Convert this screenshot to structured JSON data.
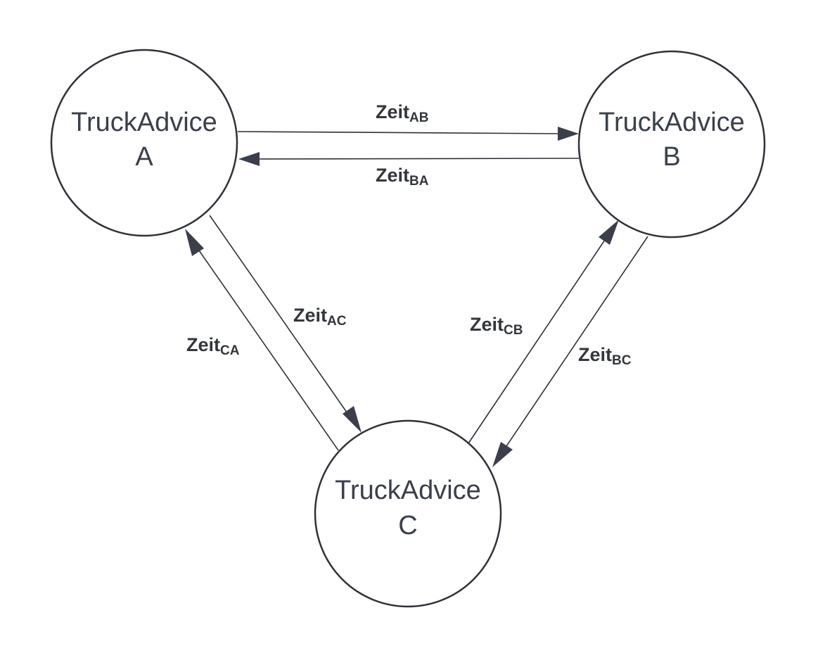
{
  "nodes": [
    {
      "id": "A",
      "name": "TruckAdvice",
      "letter": "A"
    },
    {
      "id": "B",
      "name": "TruckAdvice",
      "letter": "B"
    },
    {
      "id": "C",
      "name": "TruckAdvice",
      "letter": "C"
    }
  ],
  "edges": [
    {
      "from": "A",
      "to": "B",
      "label": "Zeit",
      "sub": "AB"
    },
    {
      "from": "B",
      "to": "A",
      "label": "Zeit",
      "sub": "BA"
    },
    {
      "from": "A",
      "to": "C",
      "label": "Zeit",
      "sub": "AC"
    },
    {
      "from": "C",
      "to": "A",
      "label": "Zeit",
      "sub": "CA"
    },
    {
      "from": "C",
      "to": "B",
      "label": "Zeit",
      "sub": "CB"
    },
    {
      "from": "B",
      "to": "C",
      "label": "Zeit",
      "sub": "BC"
    }
  ]
}
